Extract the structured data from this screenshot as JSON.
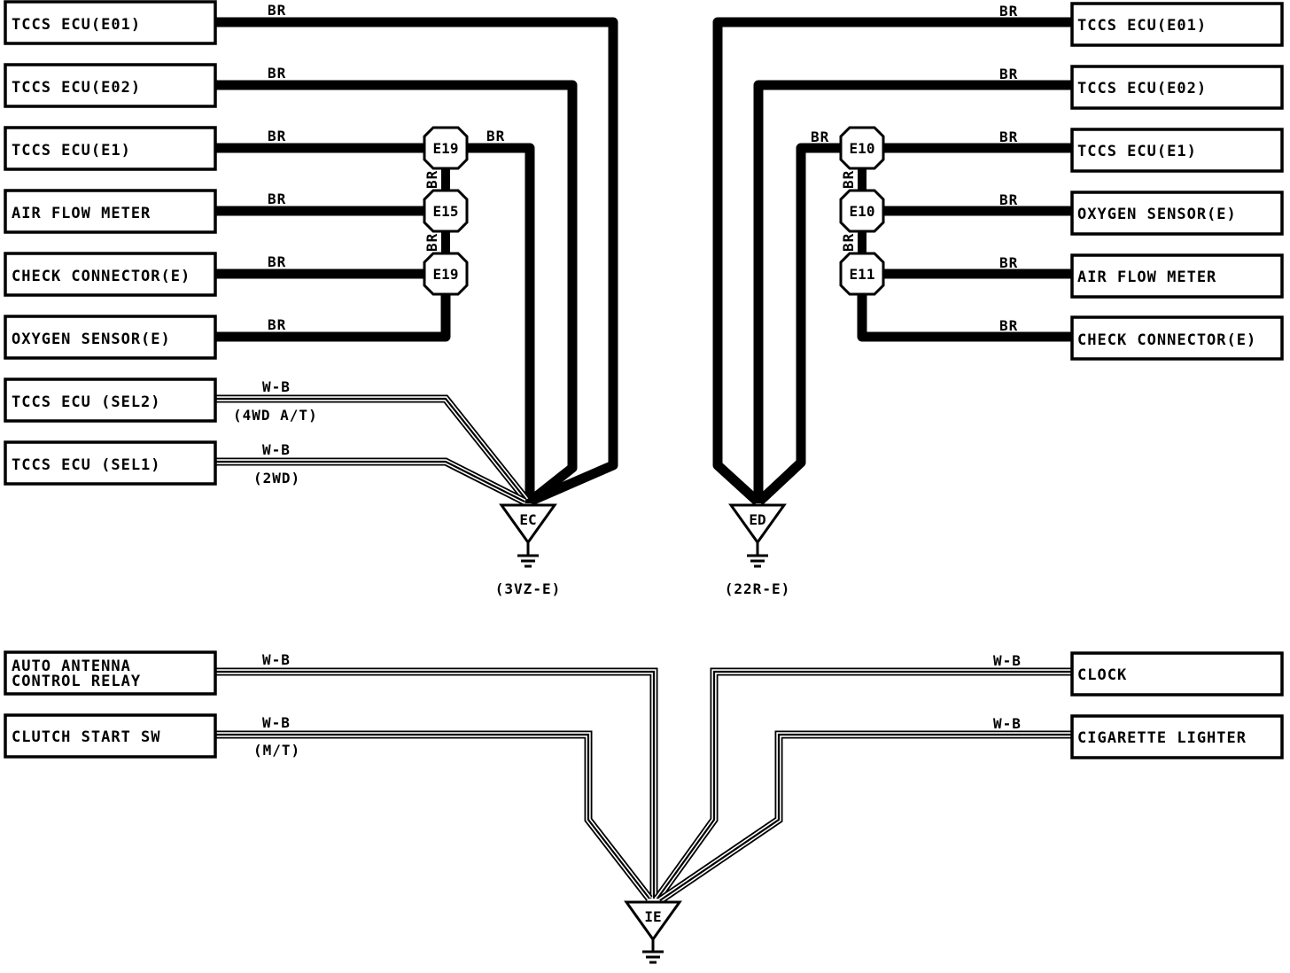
{
  "components_left_top": [
    "TCCS ECU(E01)",
    "TCCS ECU(E02)",
    "TCCS ECU(E1)",
    "AIR FLOW METER",
    "CHECK CONNECTOR(E)",
    "OXYGEN SENSOR(E)",
    "TCCS ECU (SEL2)",
    "TCCS ECU (SEL1)"
  ],
  "components_right_top": [
    "TCCS ECU(E01)",
    "TCCS ECU(E02)",
    "TCCS ECU(E1)",
    "OXYGEN SENSOR(E)",
    "AIR FLOW METER",
    "CHECK CONNECTOR(E)"
  ],
  "components_left_bottom": [
    "AUTO ANTENNA",
    "CONTROL RELAY",
    "CLUTCH START SW"
  ],
  "components_right_bottom": [
    "CLOCK",
    "CIGARETTE LIGHTER"
  ],
  "wire_colors": {
    "br": "BR",
    "wb": "W-B"
  },
  "notes": {
    "sel2": "(4WD A/T)",
    "sel1": "(2WD)",
    "clutch": "(M/T)"
  },
  "connectors_left": [
    "E19",
    "E15",
    "E19"
  ],
  "connectors_right": [
    "E10",
    "E10",
    "E11"
  ],
  "grounds": {
    "ec": "EC",
    "ec_engine": "(3VZ-E)",
    "ed": "ED",
    "ed_engine": "(22R-E)",
    "ie": "IE"
  },
  "colors": {
    "ink": "#000000",
    "paper": "#ffffff"
  }
}
